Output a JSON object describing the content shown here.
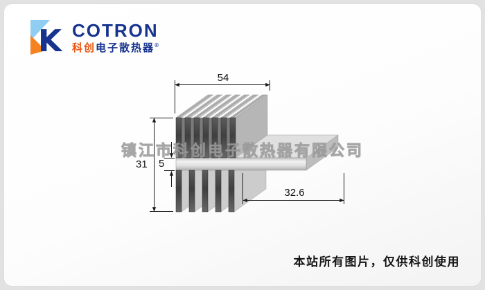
{
  "brand": {
    "icon_letter": "K",
    "name": "COTRON",
    "subtitle_orange": "科创",
    "subtitle_blue": "电子散热器",
    "registered": "®"
  },
  "drawing": {
    "type": "aluminum-heatsink-extrusion-profile",
    "dims": {
      "top_width": "54",
      "overall_height": "31",
      "base_thickness": "5",
      "bottom_length": "32.6"
    },
    "top_fin_count": 7,
    "bottom_fin_count": 5
  },
  "watermark": "镇江市科创电子散热器有限公司",
  "footer": {
    "note": "本站所有图片，仅供科创使用"
  }
}
